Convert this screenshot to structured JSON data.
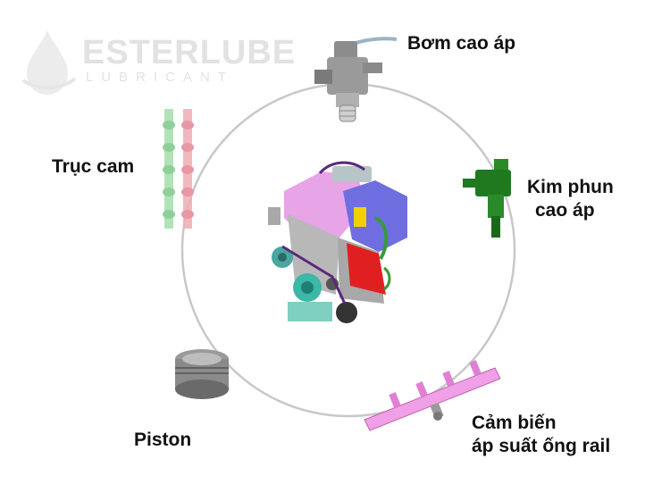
{
  "watermark": {
    "brand": "ESTERLUBE",
    "sub": "LUBRICANT",
    "color": "#e2e2e2"
  },
  "components": {
    "high_pressure_pump": {
      "label": "Bơm cao áp"
    },
    "injector": {
      "line1": "Kim phun",
      "line2": "cao áp"
    },
    "camshaft": {
      "label": "Trục cam"
    },
    "piston": {
      "label": "Piston"
    },
    "rail_sensor": {
      "line1": "Cảm biến",
      "line2": "áp suất ống rail"
    }
  },
  "colors": {
    "circle": "#c8c8c8",
    "injector": "#1f7a1f",
    "rail": "#f0a0e6",
    "camshaft_green": "#a8e0b0",
    "camshaft_pink": "#f0b0b8",
    "engine_head": "#e7a4e7",
    "engine_intake": "#6e6ee0",
    "engine_red": "#e02020",
    "engine_teal": "#3cb8a8"
  }
}
